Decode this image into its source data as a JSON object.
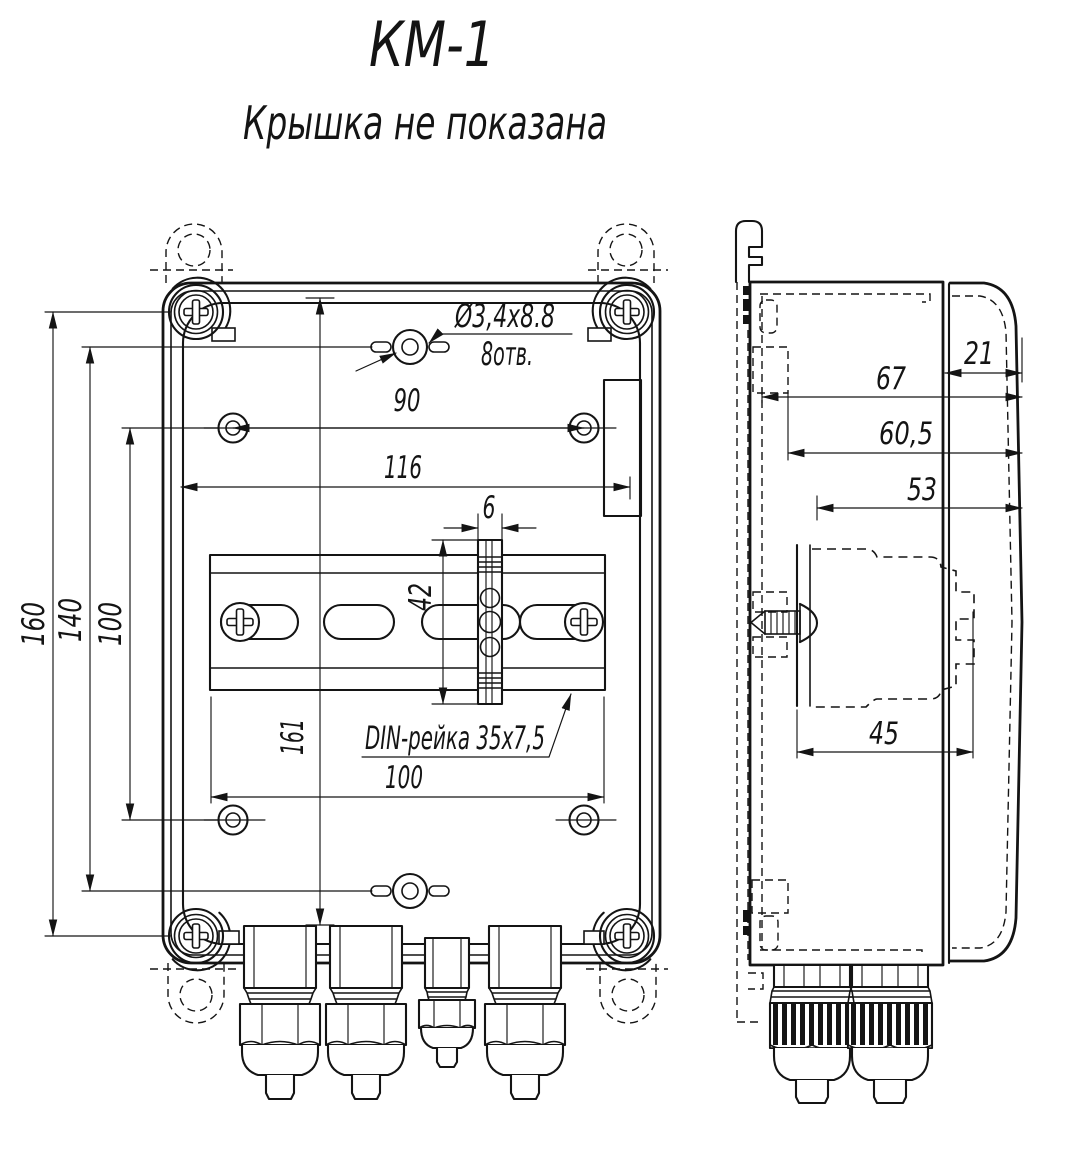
{
  "drawing": {
    "title": "КМ-1",
    "subtitle": "Крышка не показана",
    "front_view": {
      "hole_note_line1": "Ø3,4x8.8",
      "hole_note_line2": "8отв.",
      "din_label": "DIN-рейка 35x7,5",
      "dims": {
        "outer_mount_height": "160",
        "center_holes_span": "140",
        "panel_holes_span": "100",
        "inner_height": "161",
        "top_holes_span": "90",
        "inner_width": "116",
        "strip_width": "6",
        "strip_height": "42",
        "rail_length": "100"
      }
    },
    "side_view": {
      "dims": {
        "cover_depth": "21",
        "total_depth": "67",
        "base_depth": "60,5",
        "inner_depth": "53",
        "rail_zone_depth": "45"
      }
    },
    "colors": {
      "line": "#141414",
      "background": "#ffffff"
    }
  }
}
